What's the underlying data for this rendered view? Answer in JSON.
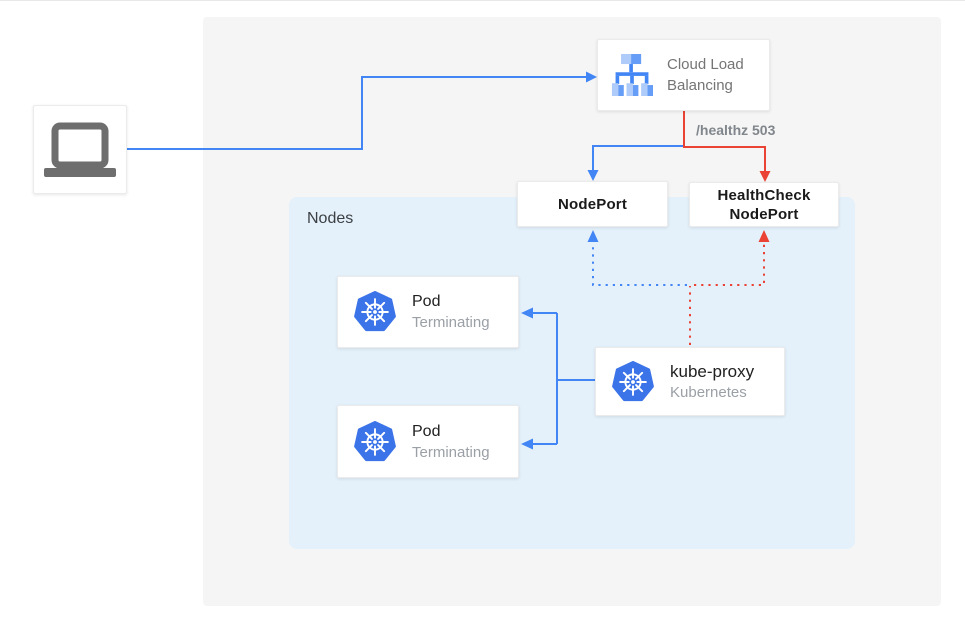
{
  "colors": {
    "blue": "#4285F4",
    "red": "#EA4335",
    "panel_bg": "#F5F5F5",
    "nodes_bg": "#E4F1FB",
    "k8s_blue": "#3B73E8",
    "lb_light": "#AECBFA",
    "lb_mid": "#669DF6"
  },
  "client": {
    "icon": "laptop-icon"
  },
  "load_balancer": {
    "icon": "cloud-load-balancing-icon",
    "label_line1": "Cloud Load",
    "label_line2": "Balancing"
  },
  "edge_labels": {
    "healthz": "/healthz 503"
  },
  "nodeport": {
    "label": "NodePort"
  },
  "healthcheck_nodeport": {
    "label_line1": "HealthCheck",
    "label_line2": "NodePort"
  },
  "nodes_group": {
    "label": "Nodes"
  },
  "pods": [
    {
      "title": "Pod",
      "subtitle": "Terminating",
      "icon": "kubernetes-icon"
    },
    {
      "title": "Pod",
      "subtitle": "Terminating",
      "icon": "kubernetes-icon"
    }
  ],
  "kube_proxy": {
    "title": "kube-proxy",
    "subtitle": "Kubernetes",
    "icon": "kubernetes-icon"
  }
}
